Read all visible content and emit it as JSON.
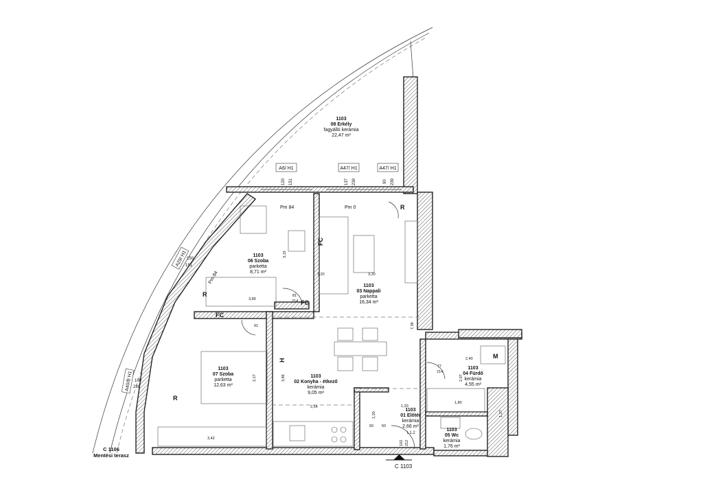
{
  "rooms": {
    "balcony": {
      "id": "1103",
      "name": "08 Erkély",
      "finish": "fagyálló kerámia",
      "area": "22,47 m²"
    },
    "room06": {
      "id": "1103",
      "name": "06 Szoba",
      "finish": "parketta",
      "area": "8,71 m²"
    },
    "living": {
      "id": "1103",
      "name": "03 Nappali",
      "finish": "parketta",
      "area": "16,34 m²"
    },
    "room07": {
      "id": "1103",
      "name": "07 Szoba",
      "finish": "parketta",
      "area": "12,63 m²"
    },
    "kitchen": {
      "id": "1103",
      "name": "02 Konyha - étkező",
      "finish": "kerámia",
      "area": "9,05 m²"
    },
    "bathroom": {
      "id": "1103",
      "name": "04 Fürdő",
      "finish": "kerámia",
      "area": "4,55 m²"
    },
    "hall": {
      "id": "1103",
      "name": "01 Előtér",
      "finish": "kerámia",
      "area": "2,66 m²"
    },
    "wc": {
      "id": "1103",
      "name": "05 Wc",
      "finish": "kerámia",
      "area": "1,76 m²"
    }
  },
  "window_tags": [
    "A6/ H1",
    "A47/ H1",
    "A47/ H1",
    "A29/ H1",
    "A40/B H1"
  ],
  "wall_dims": [
    "120",
    "151",
    "137",
    "239",
    "90",
    "239",
    "150",
    "151",
    "100",
    "239"
  ],
  "floor_levels": [
    "Pm 84",
    "Pm 0",
    "Pm 84"
  ],
  "symbols": {
    "fc": "FC",
    "r": "R",
    "h": "H",
    "m": "M",
    "l12": "L1.2"
  },
  "dimensions": [
    "3,20",
    "3,15",
    "3,89",
    "81",
    "214",
    "3,86",
    "2,54",
    "1,20",
    "7,36",
    "2,40",
    "77",
    "214",
    "1,80",
    "2,07",
    "1,20",
    "50",
    "50",
    "212",
    "102",
    "3,42",
    "1,27",
    "3,20",
    "91",
    "2,17"
  ],
  "neighbour": {
    "id": "C 1106",
    "name": "Mentési terasz"
  },
  "section_marker": "C 1103"
}
